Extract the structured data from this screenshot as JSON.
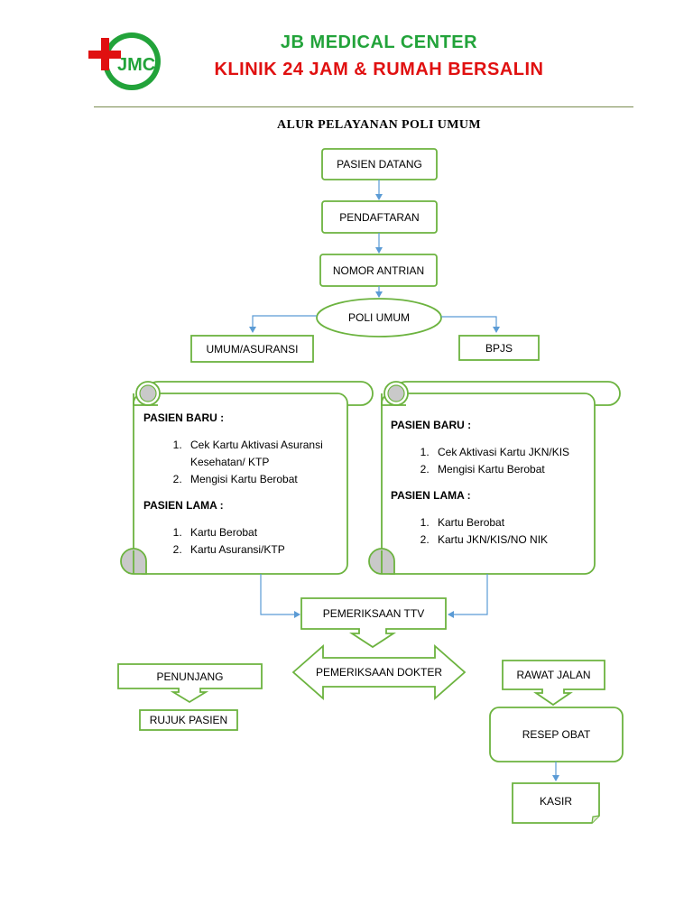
{
  "header": {
    "line1": "JB MEDICAL CENTER",
    "line2": "KLINIK 24 JAM & RUMAH BERSALIN",
    "logo_text": "JMC"
  },
  "title": "ALUR PELAYANAN POLI UMUM",
  "nodes": {
    "pasien_datang": "PASIEN DATANG",
    "pendaftaran": "PENDAFTARAN",
    "nomor_antrian": "NOMOR ANTRIAN",
    "poli_umum": "POLI UMUM",
    "umum_asuransi": "UMUM/ASURANSI",
    "bpjs": "BPJS",
    "pemeriksaan_ttv": "PEMERIKSAAN TTV",
    "pemeriksaan_dokter": "PEMERIKSAAN DOKTER",
    "penunjang": "PENUNJANG",
    "rujuk_pasien": "RUJUK PASIEN",
    "rawat_jalan": "RAWAT JALAN",
    "resep_obat": "RESEP OBAT",
    "kasir": "KASIR"
  },
  "panel_left": {
    "baru_title": "PASIEN BARU :",
    "baru_items": [
      "Cek Kartu Aktivasi Asuransi Kesehatan/ KTP",
      "Mengisi Kartu Berobat"
    ],
    "lama_title": "PASIEN LAMA :",
    "lama_items": [
      "Kartu Berobat",
      "Kartu Asuransi/KTP"
    ]
  },
  "panel_right": {
    "baru_title": "PASIEN BARU :",
    "baru_items": [
      "Cek Aktivasi Kartu JKN/KIS",
      "Mengisi Kartu Berobat"
    ],
    "lama_title": "PASIEN LAMA :",
    "lama_items": [
      "Kartu Berobat",
      "Kartu JKN/KIS/NO NIK"
    ]
  },
  "colors": {
    "green": "#22a33a",
    "red": "#e01010",
    "box_border": "#6cb33f",
    "arrow": "#5b9bd5",
    "scroll_curl": "#c9c9c9",
    "rule": "#7a8b4f"
  }
}
